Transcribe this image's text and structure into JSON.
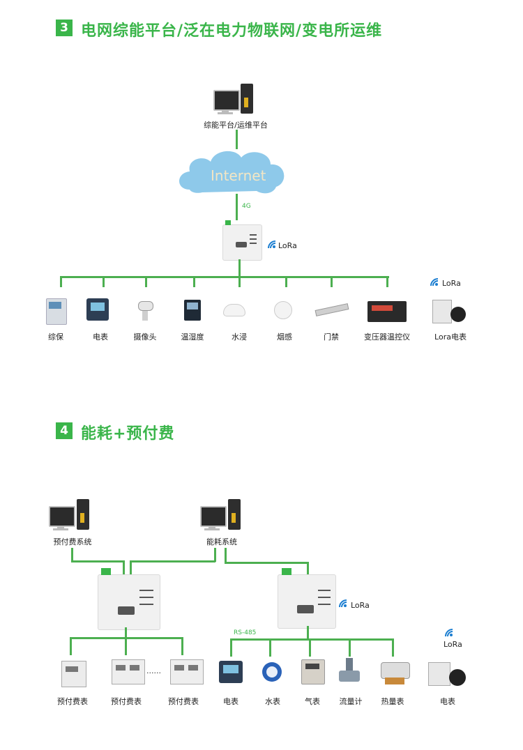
{
  "section3": {
    "number": "3",
    "title": "电网综能平台/泛在电力物联网/变电所运维",
    "platform_label": "综能平台/运维平台",
    "cloud_label": "Internet",
    "link_label": "4G",
    "lora_label": "LoRa",
    "devices": [
      {
        "label": "综保",
        "icon": "protection-relay-icon"
      },
      {
        "label": "电表",
        "icon": "power-meter-icon"
      },
      {
        "label": "摄像头",
        "icon": "camera-icon"
      },
      {
        "label": "温湿度",
        "icon": "thermo-hygrometer-icon"
      },
      {
        "label": "水浸",
        "icon": "water-leak-sensor-icon"
      },
      {
        "label": "烟感",
        "icon": "smoke-detector-icon"
      },
      {
        "label": "门禁",
        "icon": "door-sensor-icon"
      },
      {
        "label": "变压器温控仪",
        "icon": "transformer-temp-controller-icon"
      }
    ],
    "wireless_device": {
      "label": "Lora电表",
      "lora_label": "LoRa",
      "icon": "lora-meter-icon"
    }
  },
  "section4": {
    "number": "4",
    "title": "能耗+预付费",
    "prepay_system_label": "预付费系统",
    "energy_system_label": "能耗系统",
    "bus_label": "RS-485",
    "lora_label": "LoRa",
    "ellipsis": "......",
    "left_devices": [
      {
        "label": "预付费表",
        "icon": "prepaid-meter-icon"
      },
      {
        "label": "预付费表",
        "icon": "prepaid-meter-icon"
      },
      {
        "label": "预付费表",
        "icon": "prepaid-meter-icon"
      }
    ],
    "right_devices": [
      {
        "label": "电表",
        "icon": "power-meter-icon"
      },
      {
        "label": "水表",
        "icon": "water-meter-icon"
      },
      {
        "label": "气表",
        "icon": "gas-meter-icon"
      },
      {
        "label": "流量计",
        "icon": "flow-meter-icon"
      },
      {
        "label": "热量表",
        "icon": "heat-meter-icon"
      }
    ],
    "wireless_device": {
      "label": "电表",
      "lora_label": "LoRa",
      "icon": "lora-meter-icon"
    }
  },
  "colors": {
    "accent": "#3ab54a",
    "line": "#4caf50",
    "cloud": "#8ec9ea"
  }
}
